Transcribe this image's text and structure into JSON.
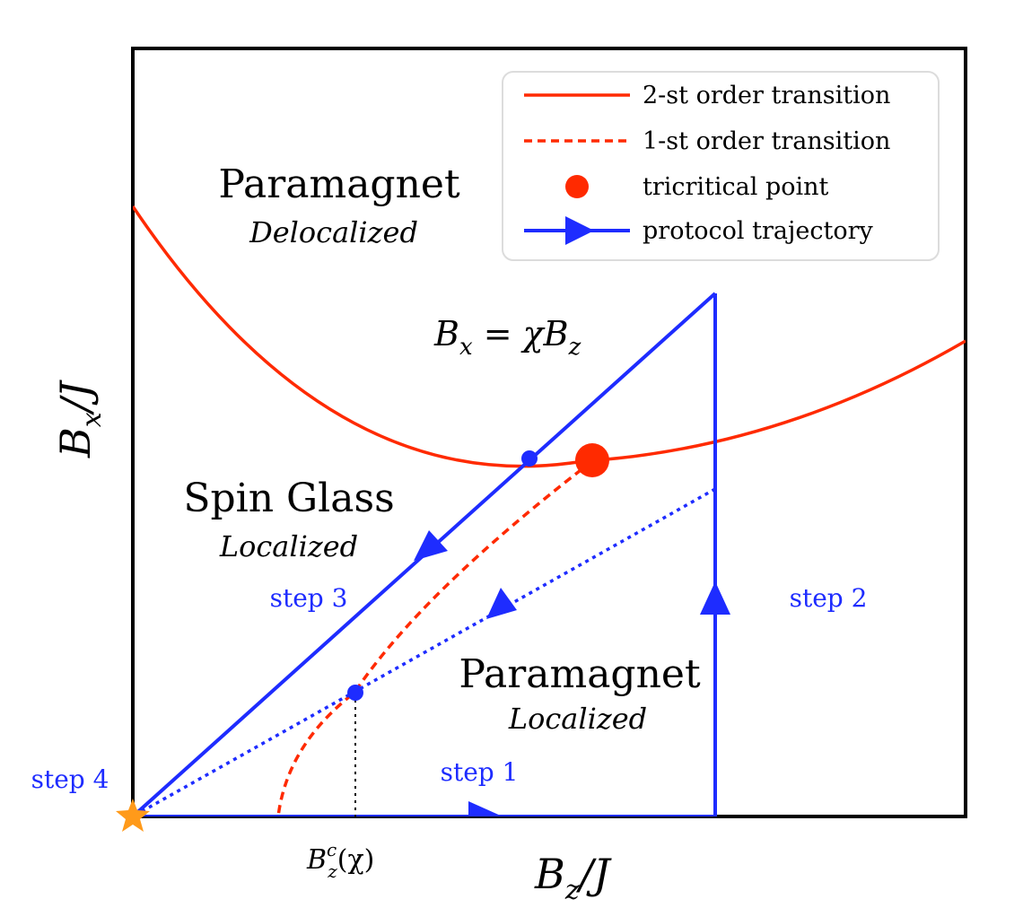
{
  "colors": {
    "transition": "#ff2a00",
    "trajectory": "#1e2cff",
    "star": "#ff9a1a",
    "frame": "#000000"
  },
  "axes": {
    "xlabel_var": "B",
    "xlabel_sub": "z",
    "xlabel_den": "/J",
    "ylabel_var": "B",
    "ylabel_sub": "x",
    "ylabel_den": "/J"
  },
  "regions": {
    "top": {
      "title": "Paramagnet",
      "subtitle": "Delocalized"
    },
    "left": {
      "title": "Spin Glass",
      "subtitle": "Localized"
    },
    "bottom": {
      "title": "Paramagnet",
      "subtitle": "Localized"
    }
  },
  "steps": {
    "step1": "step 1",
    "step2": "step 2",
    "step3": "step 3",
    "step4": "step 4"
  },
  "equation": {
    "lhs_var": "B",
    "lhs_sub": "x",
    "eq": " = ",
    "chi": "χ",
    "rhs_var": "B",
    "rhs_sub": "z"
  },
  "critical_label": {
    "var": "B",
    "sub": "z",
    "sup": "c",
    "arg": "(χ)"
  },
  "legend": {
    "items": [
      {
        "label": "2-st order transition",
        "icon": "solid-line-icon"
      },
      {
        "label": "1-st order transition",
        "icon": "dashed-line-icon"
      },
      {
        "label": "tricritical point",
        "icon": "dot-icon"
      },
      {
        "label": "protocol trajectory",
        "icon": "arrow-line-icon"
      }
    ]
  }
}
